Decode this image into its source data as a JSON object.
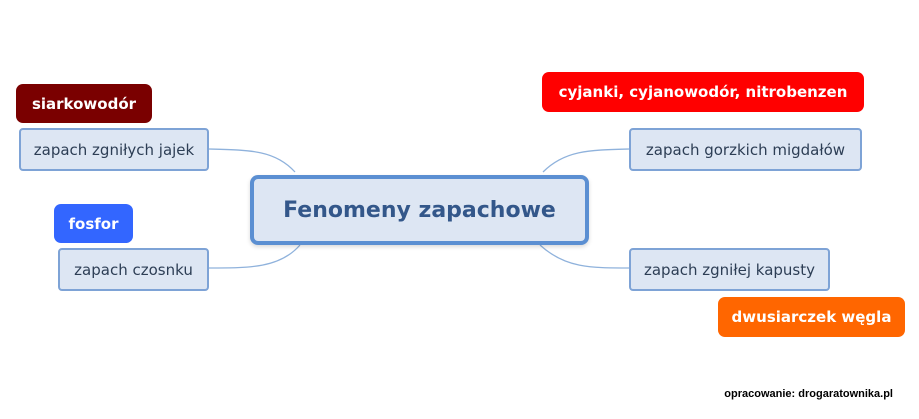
{
  "center": {
    "label": "Fenomeny zapachowe"
  },
  "branches": [
    {
      "label": "zapach zgniłych jajek",
      "tag": "siarkowodór",
      "tag_color": "#7a0000"
    },
    {
      "label": "zapach czosnku",
      "tag": "fosfor",
      "tag_color": "#3366ff"
    },
    {
      "label": "zapach gorzkich migdałów",
      "tag": "cyjanki, cyjanowodór, nitrobenzen",
      "tag_color": "#ff0000"
    },
    {
      "label": "zapach zgniłej kapusty",
      "tag": "dwusiarczek węgla",
      "tag_color": "#ff6600"
    }
  ],
  "credit": "opracowanie: drogaratownika.pl"
}
